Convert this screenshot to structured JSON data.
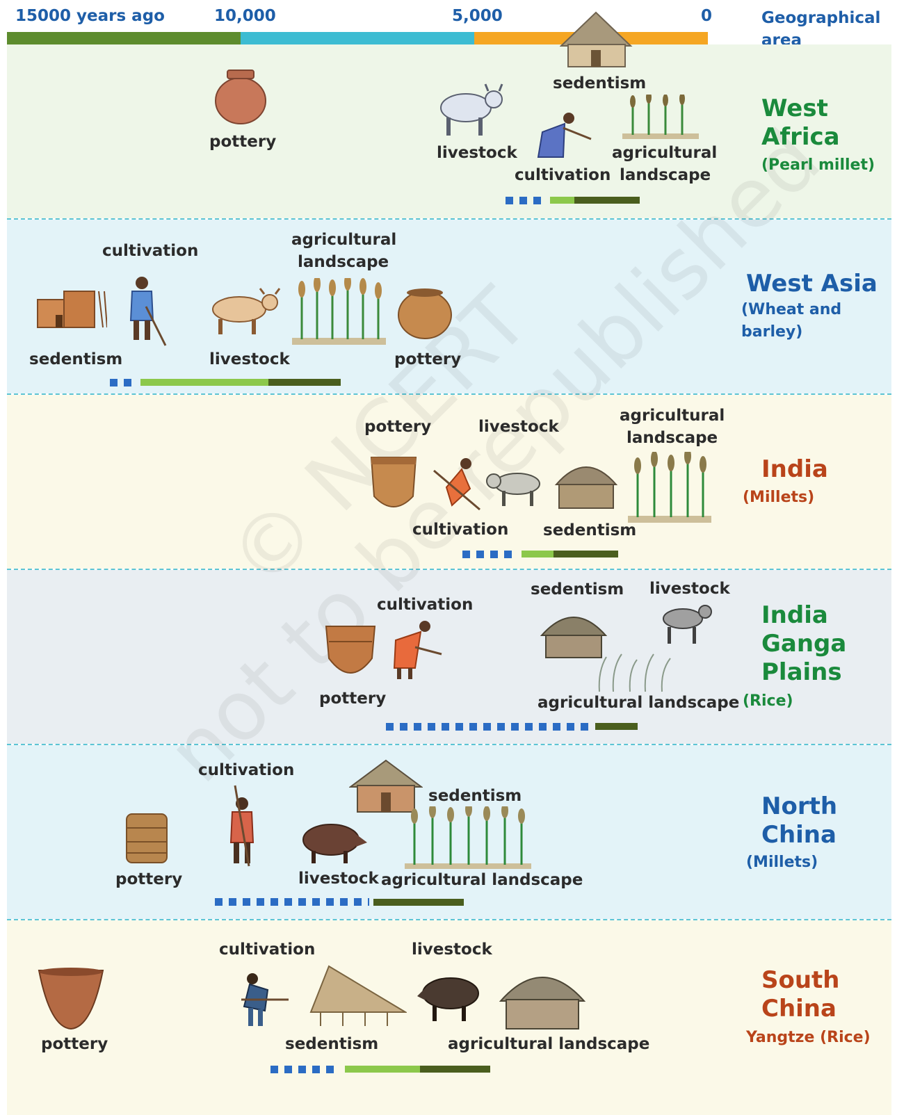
{
  "timeline": {
    "labels": [
      "15000 years ago",
      "10,000",
      "5,000",
      "0"
    ],
    "header": "Geographical area"
  },
  "watermark": [
    "© NCERT",
    "not to be republished"
  ],
  "colors": {
    "dots": "#2b6cc4",
    "light_green": "#8cc84b",
    "dark_green": "#4a5e1e",
    "seg_green": "#5d8c2e",
    "seg_teal": "#3dbcd2",
    "seg_orange": "#f5a623",
    "green_region": "#1a8a3c",
    "blue_region": "#1e5ea8",
    "orange_region": "#b9441a"
  },
  "regions": [
    {
      "name_lines": [
        "West",
        "Africa"
      ],
      "crop_lines": [
        "(Pearl millet)"
      ],
      "labels": [
        "pottery",
        "livestock",
        "sedentism",
        "cultivation",
        "agricultural",
        "landscape"
      ]
    },
    {
      "name_lines": [
        "West Asia"
      ],
      "crop_lines": [
        "(Wheat and",
        "barley)"
      ],
      "labels": [
        "cultivation",
        "agricultural",
        "landscape",
        "sedentism",
        "livestock",
        "pottery"
      ]
    },
    {
      "name_lines": [
        "India"
      ],
      "crop_lines": [
        "(Millets)"
      ],
      "labels": [
        "pottery",
        "livestock",
        "agricultural",
        "landscape",
        "cultivation",
        "sedentism"
      ]
    },
    {
      "name_lines": [
        "India",
        "Ganga",
        "Plains"
      ],
      "crop_lines": [
        "(Rice)"
      ],
      "labels": [
        "cultivation",
        "sedentism",
        "livestock",
        "pottery",
        "agricultural landscape"
      ]
    },
    {
      "name_lines": [
        "North",
        "China"
      ],
      "crop_lines": [
        "(Millets)"
      ],
      "labels": [
        "cultivation",
        "sedentism",
        "pottery",
        "livestock",
        "agricultural landscape"
      ]
    },
    {
      "name_lines": [
        "South",
        "China"
      ],
      "crop_lines": [
        "Yangtze (Rice)"
      ],
      "labels": [
        "cultivation",
        "livestock",
        "pottery",
        "sedentism",
        "agricultural landscape"
      ]
    }
  ]
}
